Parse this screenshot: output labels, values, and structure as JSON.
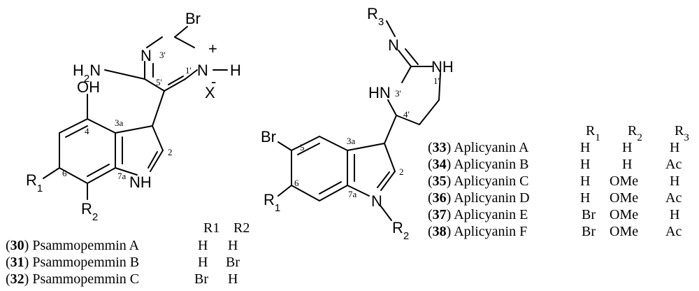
{
  "left_structure": {
    "atoms": {
      "Br": "Br",
      "N_top": "N",
      "N_plus": "N",
      "H_n": "H",
      "H2N": "H2N",
      "OH": "OH",
      "X": "X",
      "NH": "NH",
      "R1": "R1",
      "R2": "R2"
    },
    "charges": {
      "plus": "+",
      "minus": "-"
    },
    "numbering": {
      "n3p": "3'",
      "n1p": "1'",
      "n5p": "5'",
      "n3a": "3a",
      "n4": "4",
      "n2": "2",
      "n6": "6",
      "n7a": "7a"
    }
  },
  "right_structure": {
    "atoms": {
      "R3": "R3",
      "N_imine": "N",
      "NH_ring": "NH",
      "HN_ring": "HN",
      "Br": "Br",
      "N_indole": "N",
      "R1": "R1",
      "R2": "R2"
    },
    "numbering": {
      "n1p": "1'",
      "n3p": "3'",
      "n4p": "4'",
      "n3a": "3a",
      "n5": "5",
      "n2": "2",
      "n6": "6",
      "n7a": "7a"
    }
  },
  "table_left": {
    "headers": [
      "R1",
      "R2"
    ],
    "rows": [
      {
        "num": "30",
        "name": "Psammopemmin A",
        "r1": "H",
        "r2": "H"
      },
      {
        "num": "31",
        "name": "Psammopemmin B",
        "r1": "H",
        "r2": "Br"
      },
      {
        "num": "32",
        "name": "Psammopemmin C",
        "r1": "Br",
        "r2": "H"
      }
    ]
  },
  "table_right": {
    "headers": [
      "R1",
      "R2",
      "R3"
    ],
    "rows": [
      {
        "num": "33",
        "name": "Aplicyanin A",
        "r1": "H",
        "r2": "H",
        "r3": "H"
      },
      {
        "num": "34",
        "name": "Aplicyanin B",
        "r1": "H",
        "r2": "H",
        "r3": "Ac"
      },
      {
        "num": "35",
        "name": "Aplicyanin C",
        "r1": "H",
        "r2": "OMe",
        "r3": "H"
      },
      {
        "num": "36",
        "name": "Aplicyanin D",
        "r1": "H",
        "r2": "OMe",
        "r3": "Ac"
      },
      {
        "num": "37",
        "name": "Aplicyanin E",
        "r1": "Br",
        "r2": "OMe",
        "r3": "H"
      },
      {
        "num": "38",
        "name": "Aplicyanin F",
        "r1": "Br",
        "r2": "OMe",
        "r3": "Ac"
      }
    ]
  }
}
